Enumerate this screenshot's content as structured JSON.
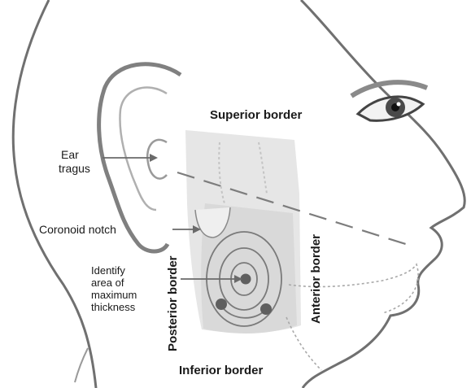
{
  "labels": {
    "superior_border": "Superior border",
    "ear_tragus_line1": "Ear",
    "ear_tragus_line2": "tragus",
    "coronoid_notch": "Coronoid notch",
    "identify_line1": "Identify",
    "identify_line2": "area of",
    "identify_line3": "maximum",
    "identify_line4": "thickness",
    "posterior_border": "Posterior border",
    "anterior_border": "Anterior border",
    "inferior_border": "Inferior border"
  },
  "colors": {
    "outline": "#6f6f6f",
    "muscle_fill": "#e4e4e4",
    "muscle_fill_dark": "#d4d4d4",
    "point": "#5f5f5f",
    "eye": "#3a3a3a"
  }
}
